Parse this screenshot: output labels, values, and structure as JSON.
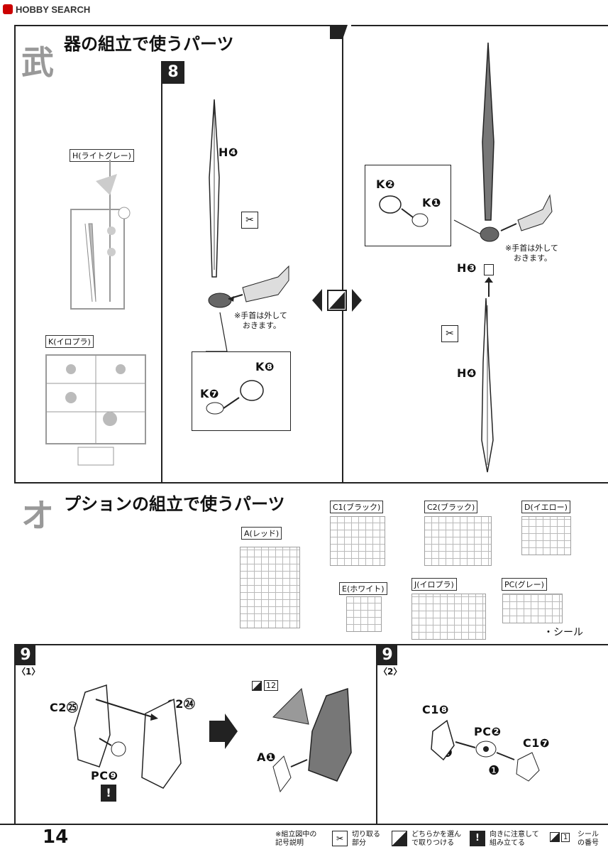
{
  "watermark": {
    "brand": "HOBBY SEARCH"
  },
  "sections": {
    "weapon": {
      "big_char": "武",
      "title": "器の組立で使うパーツ"
    },
    "option": {
      "big_char": "オ",
      "title": "プションの組立で使うパーツ"
    }
  },
  "step8": {
    "number": "8",
    "h4_label": "H❹",
    "k7_label": "K❼",
    "k8_label": "K❽",
    "note_line1": "※手首は外して",
    "note_line2": "おきます。",
    "right": {
      "k2_label": "K❷",
      "k1_label": "K❶",
      "h3_label": "H❸",
      "h4_label": "H❹",
      "note_line1": "※手首は外して",
      "note_line2": "おきます。"
    }
  },
  "weapon_runners": {
    "h": "H(ライトグレー)",
    "k": "K(イロプラ)"
  },
  "option_runners": {
    "a": "A(レッド)",
    "c1": "C1(ブラック)",
    "c2": "C2(ブラック)",
    "d": "D(イエロー)",
    "e": "E(ホワイト)",
    "j": "J(イロプラ)",
    "pc": "PC(グレー)",
    "seal": "・シール"
  },
  "step9_1": {
    "number": "9",
    "sub": "〈1〉",
    "c25_label": "C2㉕",
    "c24_label": "C2㉔",
    "pc9_label": "PC❾",
    "a1_label": "A❶",
    "seal_no": "12"
  },
  "step9_2": {
    "number": "9",
    "sub": "〈2〉",
    "c18_label": "C1❽",
    "pc2_label": "PC❷",
    "c17_label": "C1❼",
    "seq1": "❶",
    "seq2": "❷"
  },
  "footer": {
    "page_number": "14",
    "legend_title_1": "※組立図中の",
    "legend_title_2": "記号説明",
    "cut_1": "切り取る",
    "cut_2": "部分",
    "choose_1": "どちらかを選ん",
    "choose_2": "で取りつける",
    "care_1": "向きに注意して",
    "care_2": "組み立てる",
    "seal_1": "シール",
    "seal_2": "の番号",
    "seal_box": "1"
  },
  "colors": {
    "ink": "#222222",
    "gray": "#888888",
    "light": "#cccccc"
  }
}
